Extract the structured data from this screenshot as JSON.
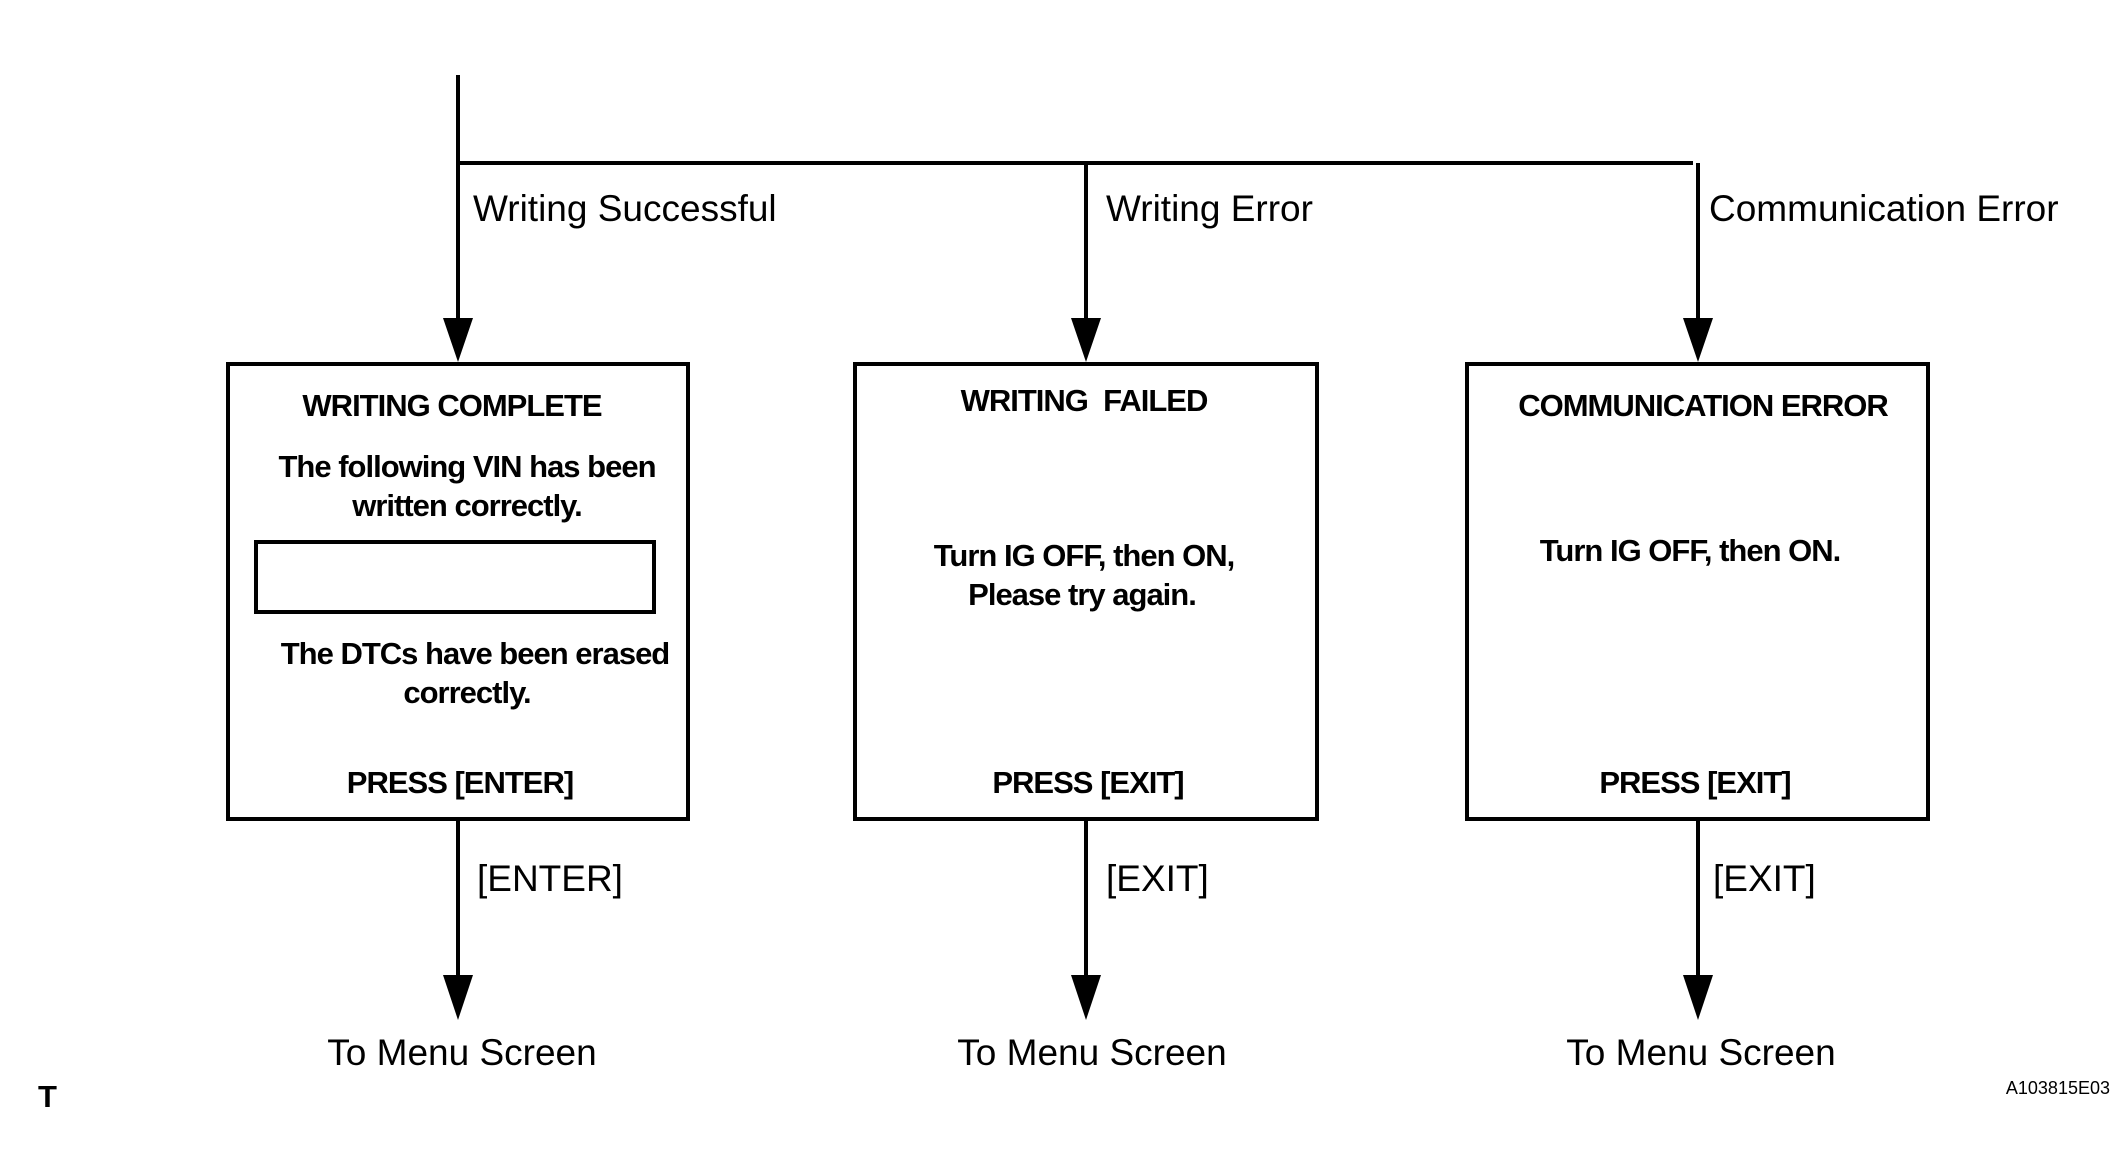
{
  "branches": [
    {
      "label": "Writing Successful",
      "screen": {
        "title": "WRITING COMPLETE",
        "message_1_line_1": "The following VIN has been",
        "message_1_line_2": "written correctly.",
        "message_2_line_1": "The DTCs have been erased",
        "message_2_line_2": "correctly.",
        "footer": "PRESS [ENTER]"
      },
      "key": "[ENTER]",
      "destination": "To Menu Screen"
    },
    {
      "label": "Writing Error",
      "screen": {
        "title": "WRITING  FAILED",
        "message_line_1": "Turn IG OFF, then ON,",
        "message_line_2": "Please try again.",
        "footer": "PRESS [EXIT]"
      },
      "key": "[EXIT]",
      "destination": "To Menu Screen"
    },
    {
      "label": "Communication Error",
      "screen": {
        "title": "COMMUNICATION ERROR",
        "message_line_1": "Turn IG OFF, then ON.",
        "footer": "PRESS [EXIT]"
      },
      "key": "[EXIT]",
      "destination": "To Menu Screen"
    }
  ],
  "corner_mark": "T",
  "figure_id": "A103815E03"
}
